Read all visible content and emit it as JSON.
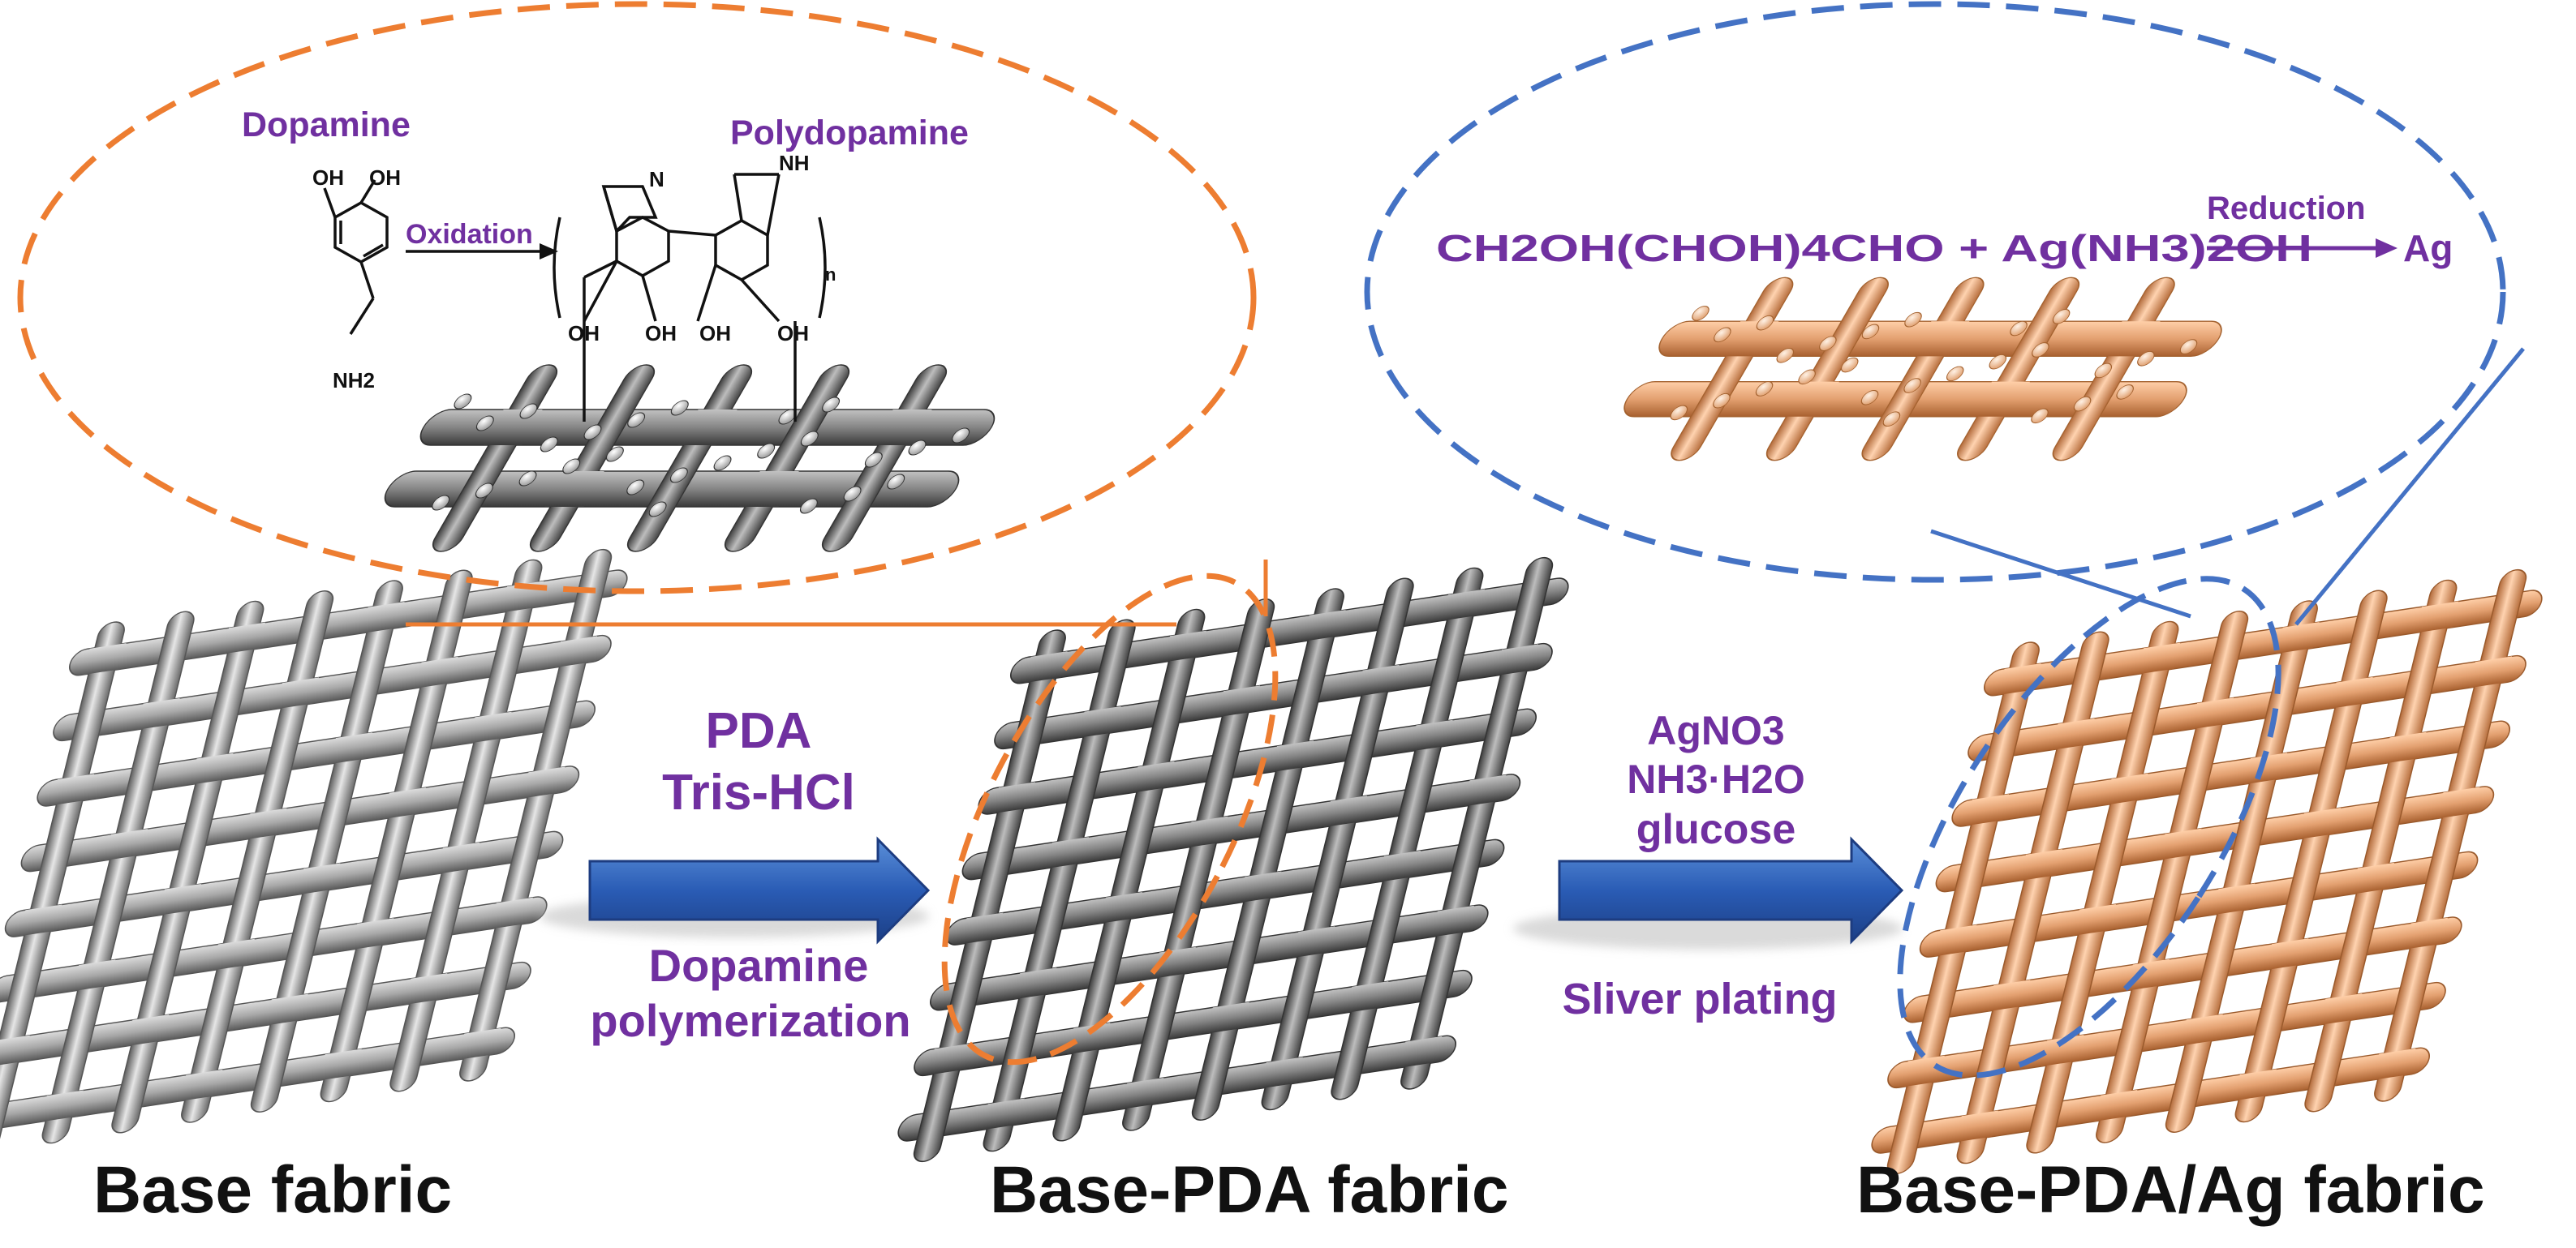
{
  "colors": {
    "label_purple": "#7030A0",
    "caption_black": "#111111",
    "orange_dash": "#ED7D31",
    "blue_dash": "#4472C4",
    "arrow_blue": "#2E5FB8",
    "fiber_gray": "#9a9a9a",
    "fiber_tan": "#E8A878"
  },
  "stages": {
    "base": "Base fabric",
    "pda": "Base-PDA fabric",
    "ag": "Base-PDA/Ag fabric"
  },
  "step1": {
    "reagent1": "PDA",
    "reagent2": "Tris-HCl",
    "process1": "Dopamine",
    "process2": "polymerization"
  },
  "step2": {
    "reagent1": "AgNO3",
    "reagent2": "NH3·H2O",
    "reagent3": "glucose",
    "process": "Sliver plating"
  },
  "inset_pda": {
    "reactant": "Dopamine",
    "product": "Polydopamine",
    "reaction": "Oxidation",
    "oh": "OH",
    "nh": "NH",
    "nh2": "NH2",
    "n": "N",
    "subscript_n": "n"
  },
  "inset_ag": {
    "equation": "CH2OH(CHOH)4CHO + Ag(NH3)2OH",
    "reaction": "Reduction",
    "product": "Ag"
  }
}
